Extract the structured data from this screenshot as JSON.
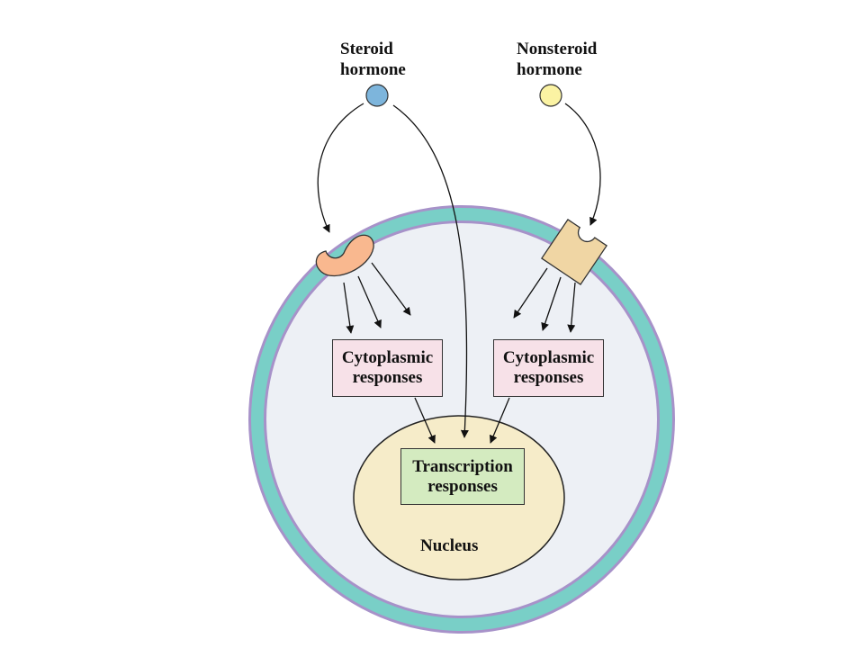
{
  "hormones": {
    "steroid": {
      "line1": "Steroid",
      "line2": "hormone",
      "color": "#7db5dc"
    },
    "nonsteroid": {
      "line1": "Nonsteroid",
      "line2": "hormone",
      "color": "#fbf3a3"
    }
  },
  "receptors": {
    "steroid_receptor_color": "#f9b88f",
    "nonsteroid_receptor_color": "#f0d6a4"
  },
  "cell": {
    "membrane_color": "#79cfc7",
    "membrane_outline": "#a792c9",
    "cytoplasm_color": "#edf0f5"
  },
  "boxes": {
    "cyto_left": {
      "line1": "Cytoplasmic",
      "line2": "responses"
    },
    "cyto_right": {
      "line1": "Cytoplasmic",
      "line2": "responses"
    },
    "transcription": {
      "line1": "Transcription",
      "line2": "responses"
    }
  },
  "nucleus": {
    "label": "Nucleus",
    "color": "#f6ecc9"
  }
}
